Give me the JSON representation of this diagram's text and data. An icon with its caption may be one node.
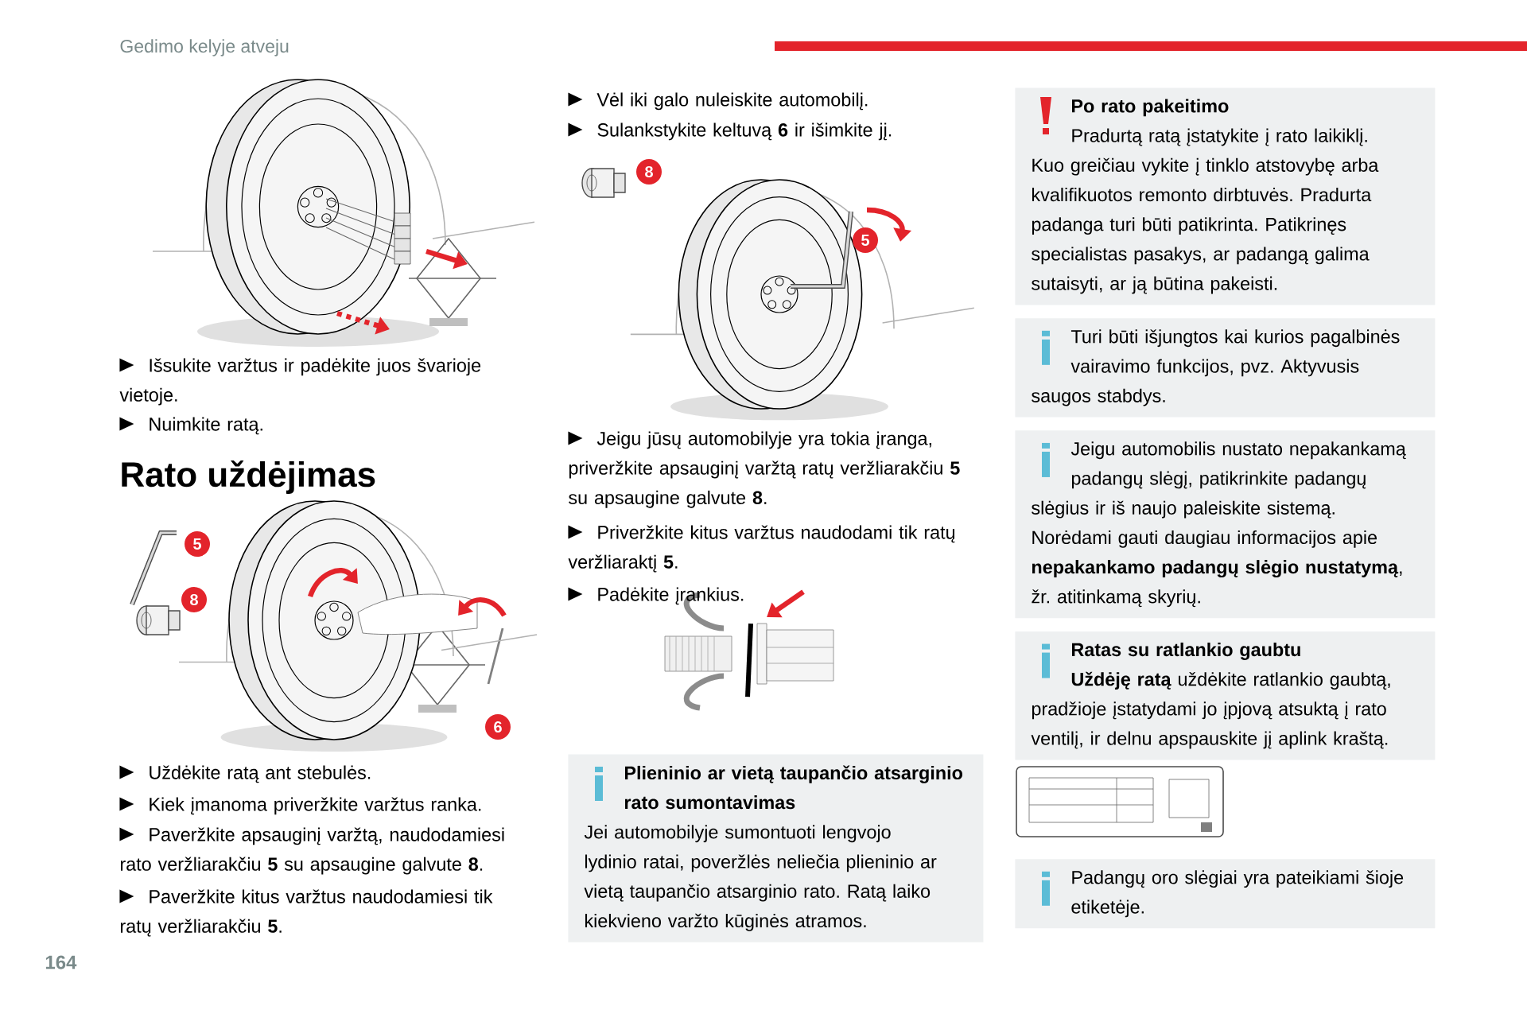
{
  "diagram": {
    "nodes": [
      {
        "text": [
          "Plieninio ar vietą taupančio atsarginio rato sumontavimas",
          "Jei automobilyje sumontuoti lengvojo lydinio ratai, poveržlės neliečia plieninio ar vietą taupančio atsarginio rato. Ratą laiko kiekvieno varžto kūginės atramos."
        ]
      },
      {
        "text": [
          "Po rato pakeitimo",
          "Pradurtą ratą įstatykite į rato laikiklį. Kuo greičiau vykite į tinklo atstovybę arba kvalifikuotos remonto dirbtuvės. Pradurta padanga turi būti patikrinta. Patikrinęs specialistas pasakys, ar padangą galima sutaisyti, ar ją būtina pakeisti."
        ]
      },
      {
        "text": [
          "Turi būti išjungtos kai kurios pagalbinės vairavimo funkcijos, pvz. Aktyvusis saugos stabdys."
        ]
      },
      {
        "text": [
          "Jeigu automobilis nustato nepakankamą padangų slėgį, patikrinkite padangų slėgius ir iš naujo paleiskite sistemą. Norėdami gauti daugiau informacijos apie **nepakankamo padangų slėgio nustatymą**, žr. atitinkamą skyrių."
        ]
      },
      {
        "text": [
          "Ratas su ratlankio gaubtu",
          "**Uždėję ratą** uždėkite ratlankio gaubtą, pradžioje įstatydami jo įpjovą atsuktą į rato ventilį, ir delnu apspauskite jį aplink kraštą."
        ]
      },
      {
        "text": [
          "Padangų oro slėgiai yra pateikiami šioje etiketėje."
        ]
      }
    ],
    "labels": [
      "Gedimo kelyje atveju",
      "Išsukite varžtus ir padėkite juos švarioje vietoje.",
      "Nuimkite ratą.",
      "Rato uždėjimas",
      "5",
      "8",
      "6",
      "Uždėkite ratą ant stebulės.",
      "Kiek įmanoma priveržkite varžtus ranka.",
      "Paveržkite apsauginį varžtą, naudodamiesi rato veržliarakčiu **5** su apsaugine galvute **8**.",
      "Paveržkite kitus varžtus naudodamiesi tik ratų veržliarakčiu **5**.",
      "Vėl iki galo nuleiskite automobilį.",
      "Sulankstykite keltuvą **6** ir išimkite jį.",
      "8",
      "5",
      "Jeigu jūsų automobilyje yra tokia įranga, priveržkite apsauginį varžtą ratų veržliarakčiu **5** su apsaugine galvute **8**.",
      "Priveržkite kitus varžtus naudodami tik ratų veržliaraktį **5**.",
      "Padėkite įrankius.",
      "164"
    ]
  }
}
